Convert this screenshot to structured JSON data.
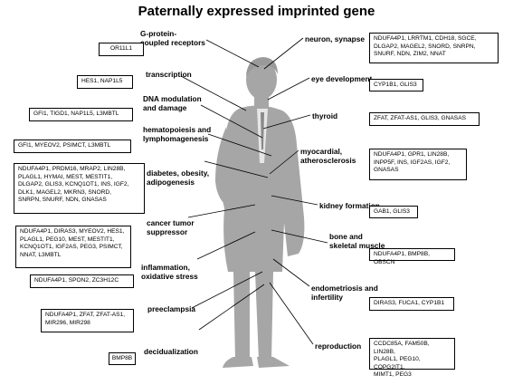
{
  "title": "Paternally expressed imprinted gene",
  "left": [
    {
      "category": "G-protein-\ncoupled receptors",
      "genes": "OR11L1"
    },
    {
      "category": "transcription",
      "genes": "HES1,  NAP1L5"
    },
    {
      "category": "DNA modulation\nand damage",
      "genes": "GFI1,  TIGD1,  NAP1L5,  L3MBTL"
    },
    {
      "category": "hematopoiesis and\nlymphomagenesis",
      "genes": "GFI1,  MYEOV2,  PSIMCT,  L3MBTL"
    },
    {
      "category": "diabetes, obesity,\nadipogenesis",
      "genes": "NDUFA4P1, PRDM16, MRAP2, LIN28B,\nPLAGL1,   HYMAI,   MEST,   MESTIT1,\nDLGAP2,   GLIS3,   KCNQ1OT1,   INS,   IGF2,\nDLK1,   MAGEL2,   MKRN3,   SNORD,\nSNRPN,   SNURF,   NDN,   GNASAS"
    },
    {
      "category": "cancer tumor\nsuppressor",
      "genes": "NDUFA4P1, DIRAS3, MYEOV2, HES1,\nPLAGL1, PEG10, MEST, MESTIT1,\nKCNQ1OT1,  IGF2AS,  PEG3,  PSIMCT,\nNNAT,  L3MBTL"
    },
    {
      "category": "inflammation,\noxidative stress",
      "genes": "NDUFA4P1,   SPON2,   ZC3H12C"
    },
    {
      "category": "preeclampsia",
      "genes": "NDUFA4P1,  ZFAT,  ZFAT-AS1,\nMIR296,  MIR298"
    },
    {
      "category": "decidualization",
      "genes": "BMP8B"
    }
  ],
  "right": [
    {
      "category": "neuron, synapse",
      "genes": "NDUFA4P1,  LRRTM1,  CDH18,  SGCE,\nDLGAP2,   MAGEL2,   SNORD,   SNRPN,\nSNURF,   NDN,   ZIM2,   NNAT"
    },
    {
      "category": "eye development",
      "genes": "CYP1B1,  GLIS3"
    },
    {
      "category": "thyroid",
      "genes": "ZFAT,   ZFAT-AS1,   GLIS3,   GNASAS"
    },
    {
      "category": "myocardial,\natherosclerosis",
      "genes": "NDUFA4P1,   GPR1,   LIN28B,\nINPP5F,   INS,   IGF2AS,   IGF2,\nGNASAS"
    },
    {
      "category": "kidney formation",
      "genes": "GAB1,  GLIS3"
    },
    {
      "category": "bone and\nskeletal muscle",
      "genes": "NDUFA4P1,   BMP8B,   OBSCN"
    },
    {
      "category": "endometriosis and\ninfertility",
      "genes": "DIRAS3,  FUCA1,  CYP1B1"
    },
    {
      "category": "reproduction",
      "genes": "CCDC85A,  FAM50B,  LIN28B,\nPLAGL1,  PEG10,  COPG2IT1,\nMIMT1,  PEG3"
    }
  ]
}
